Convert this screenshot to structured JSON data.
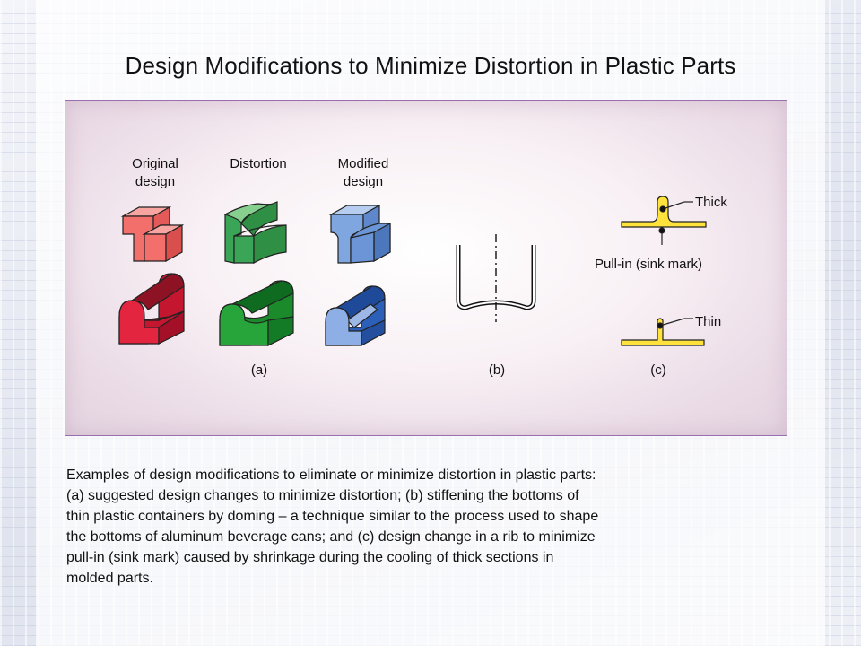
{
  "slide": {
    "title": "Design Modifications to Minimize Distortion in Plastic Parts"
  },
  "figure": {
    "column_labels": {
      "original": [
        "Original",
        "design"
      ],
      "distortion": [
        "Distortion"
      ],
      "modified": [
        "Modified",
        "design"
      ]
    },
    "rib_labels": {
      "thick": "Thick",
      "pull_in": "Pull-in (sink mark)",
      "thin": "Thin"
    },
    "panel_labels": {
      "a": "(a)",
      "b": "(b)",
      "c": "(c)"
    },
    "colors": {
      "original": "#f26f6c",
      "distortion": "#3aa556",
      "modified": "#7fa6df",
      "rib": "#ffe33c",
      "dark_red": "#c4162f",
      "dark_green": "#1a8a2a",
      "dark_blue": "#2c5fb8"
    }
  },
  "caption": {
    "lines": [
      "Examples of design modifications to eliminate or minimize distortion in plastic parts:",
      "(a)  suggested design changes to minimize distortion; (b) stiffening the bottoms of",
      "thin plastic containers by doming – a technique similar to the process used to shape",
      "the bottoms of aluminum beverage cans; and (c) design change in a rib to minimize",
      "pull-in (sink mark) caused by shrinkage during the cooling of thick sections in",
      "molded parts."
    ]
  }
}
